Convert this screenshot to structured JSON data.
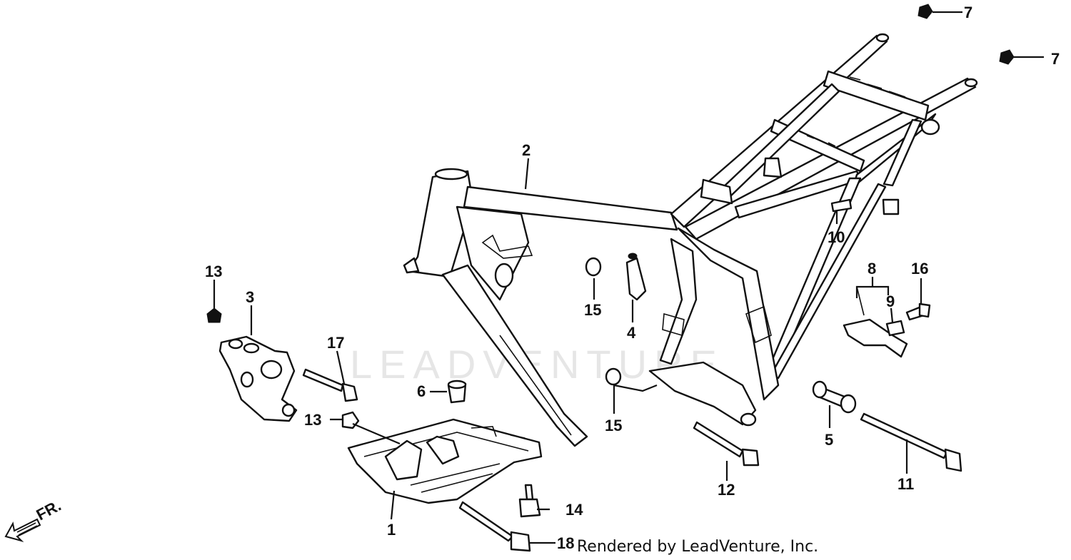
{
  "watermark": "LEADVENTURE",
  "footer": "Rendered by LeadVenture, Inc.",
  "direction_label": "FR.",
  "labels": [
    {
      "id": "1",
      "text": "1"
    },
    {
      "id": "2",
      "text": "2"
    },
    {
      "id": "3",
      "text": "3"
    },
    {
      "id": "4",
      "text": "4"
    },
    {
      "id": "5",
      "text": "5"
    },
    {
      "id": "6",
      "text": "6"
    },
    {
      "id": "7a",
      "text": "7"
    },
    {
      "id": "7b",
      "text": "7"
    },
    {
      "id": "8",
      "text": "8"
    },
    {
      "id": "9",
      "text": "9"
    },
    {
      "id": "10",
      "text": "10"
    },
    {
      "id": "11",
      "text": "11"
    },
    {
      "id": "12",
      "text": "12"
    },
    {
      "id": "13a",
      "text": "13"
    },
    {
      "id": "13b",
      "text": "13"
    },
    {
      "id": "14",
      "text": "14"
    },
    {
      "id": "15a",
      "text": "15"
    },
    {
      "id": "15b",
      "text": "15"
    },
    {
      "id": "16",
      "text": "16"
    },
    {
      "id": "17",
      "text": "17"
    },
    {
      "id": "18",
      "text": "18"
    }
  ]
}
